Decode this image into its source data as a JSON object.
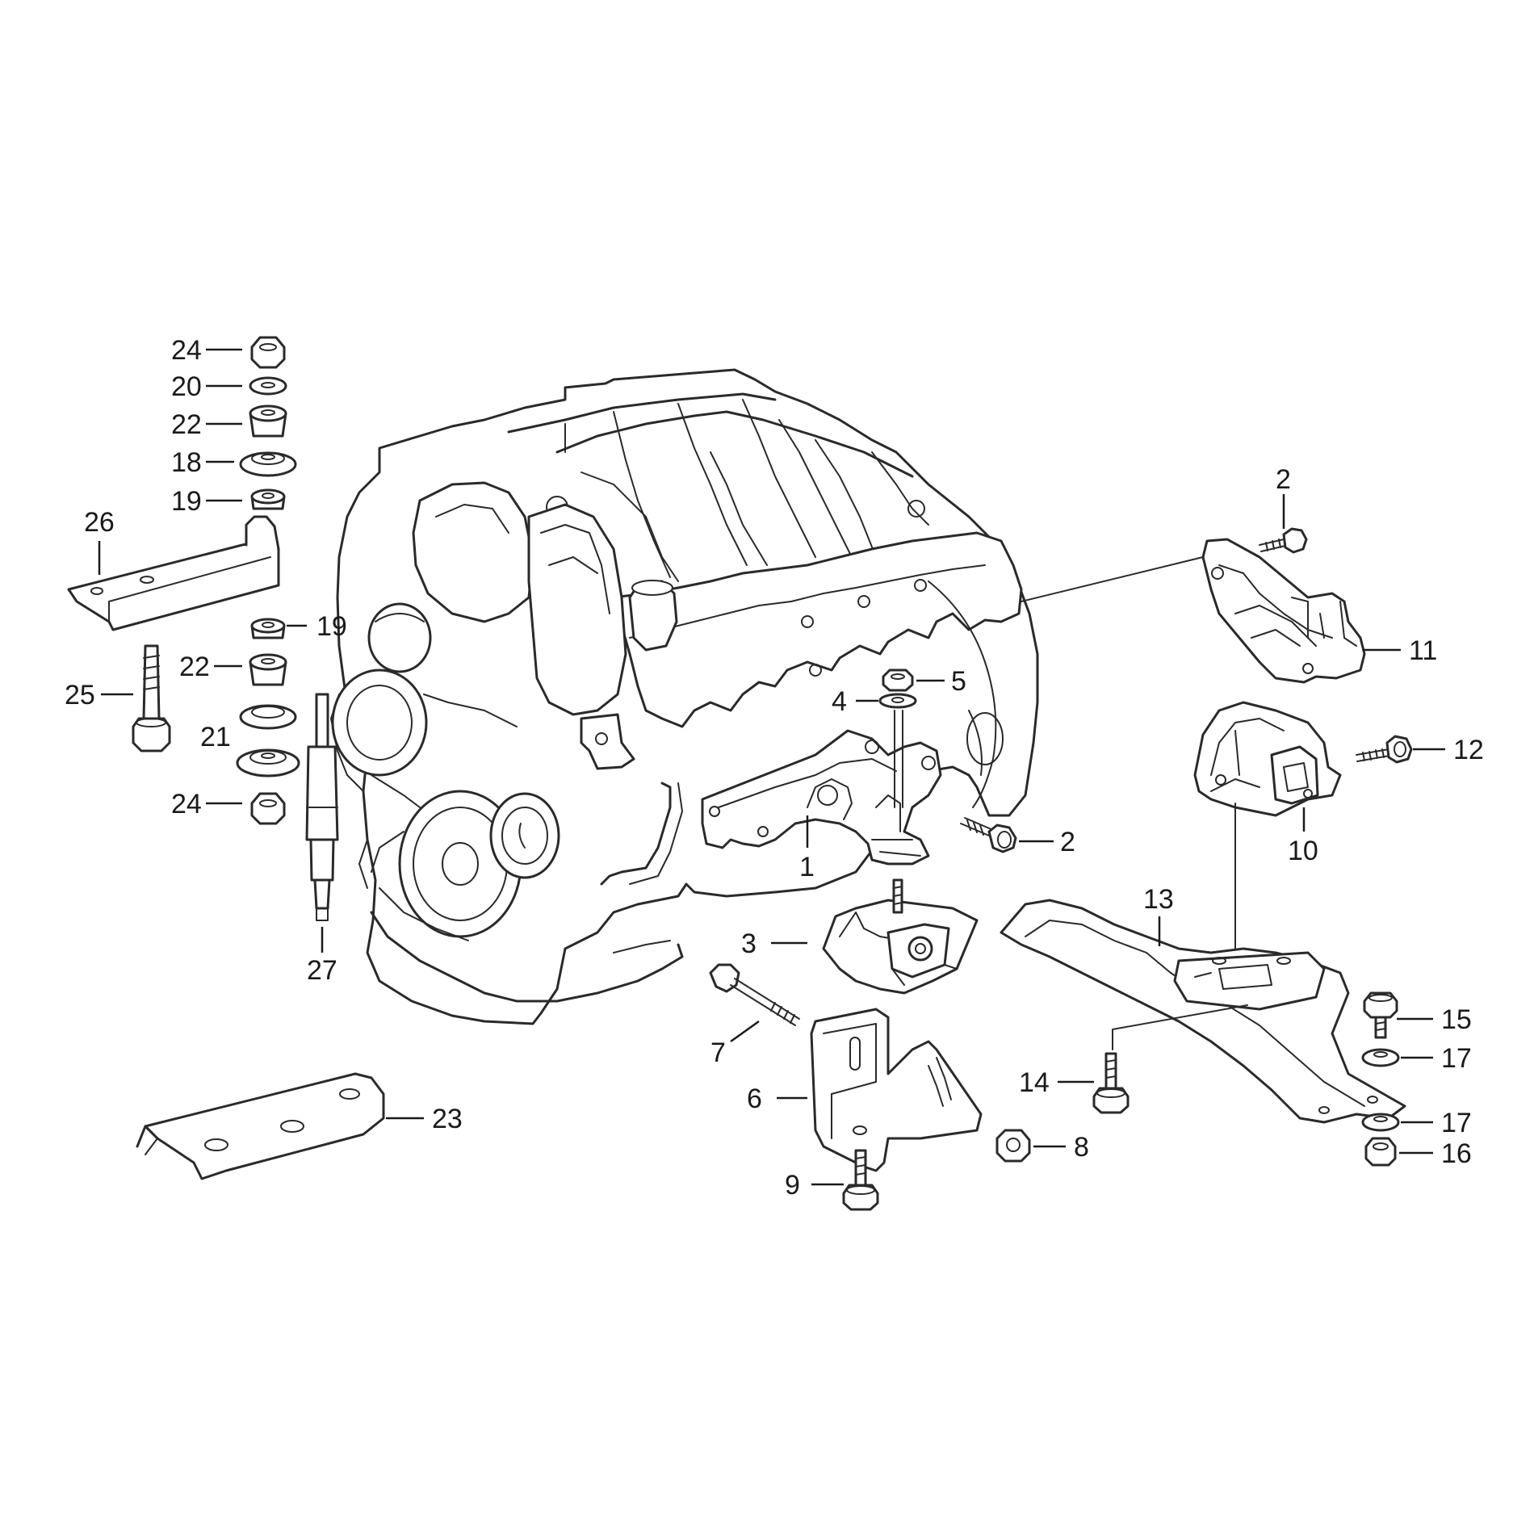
{
  "callouts": [
    {
      "id": "c24a",
      "label": "24"
    },
    {
      "id": "c20",
      "label": "20"
    },
    {
      "id": "c22a",
      "label": "22"
    },
    {
      "id": "c18",
      "label": "18"
    },
    {
      "id": "c19a",
      "label": "19"
    },
    {
      "id": "c26",
      "label": "26"
    },
    {
      "id": "c19b",
      "label": "19"
    },
    {
      "id": "c22b",
      "label": "22"
    },
    {
      "id": "c25",
      "label": "25"
    },
    {
      "id": "c21",
      "label": "21"
    },
    {
      "id": "c24b",
      "label": "24"
    },
    {
      "id": "c27",
      "label": "27"
    },
    {
      "id": "c23",
      "label": "23"
    },
    {
      "id": "c2a",
      "label": "2"
    },
    {
      "id": "c11",
      "label": "11"
    },
    {
      "id": "c5",
      "label": "5"
    },
    {
      "id": "c4",
      "label": "4"
    },
    {
      "id": "c12",
      "label": "12"
    },
    {
      "id": "c10",
      "label": "10"
    },
    {
      "id": "c1",
      "label": "1"
    },
    {
      "id": "c2b",
      "label": "2"
    },
    {
      "id": "c13",
      "label": "13"
    },
    {
      "id": "c3",
      "label": "3"
    },
    {
      "id": "c7",
      "label": "7"
    },
    {
      "id": "c15",
      "label": "15"
    },
    {
      "id": "c17a",
      "label": "17"
    },
    {
      "id": "c14",
      "label": "14"
    },
    {
      "id": "c6",
      "label": "6"
    },
    {
      "id": "c17b",
      "label": "17"
    },
    {
      "id": "c8",
      "label": "8"
    },
    {
      "id": "c16",
      "label": "16"
    },
    {
      "id": "c9",
      "label": "9"
    }
  ]
}
